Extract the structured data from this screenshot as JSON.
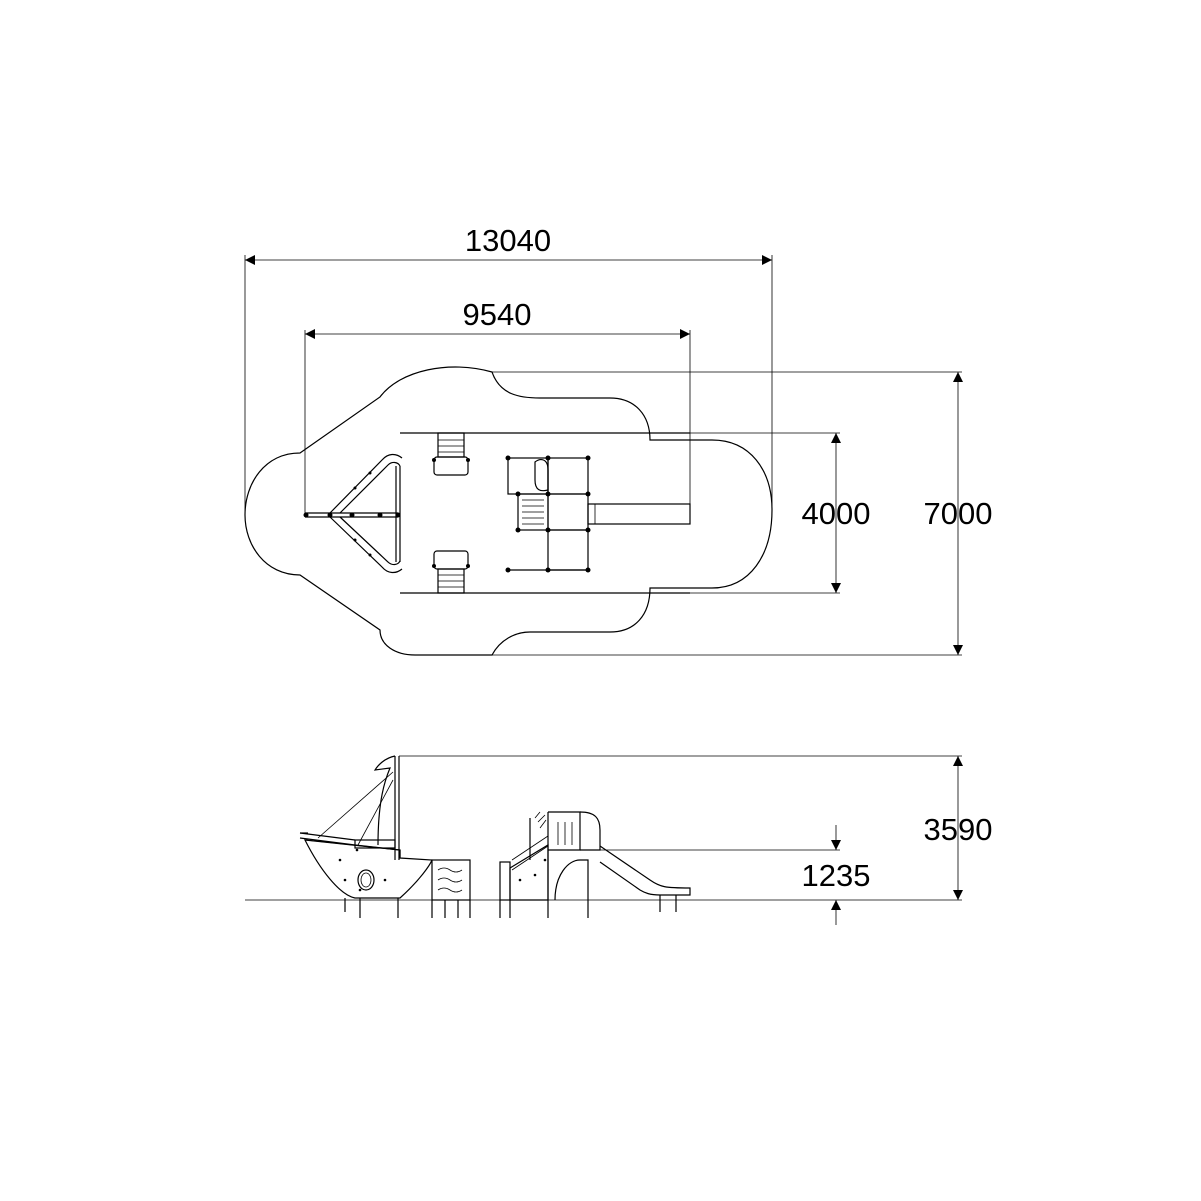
{
  "dimensions": {
    "overall_length": "13040",
    "structure_length": "9540",
    "structure_width": "4000",
    "overall_width": "7000",
    "total_height": "3590",
    "platform_height": "1235"
  }
}
